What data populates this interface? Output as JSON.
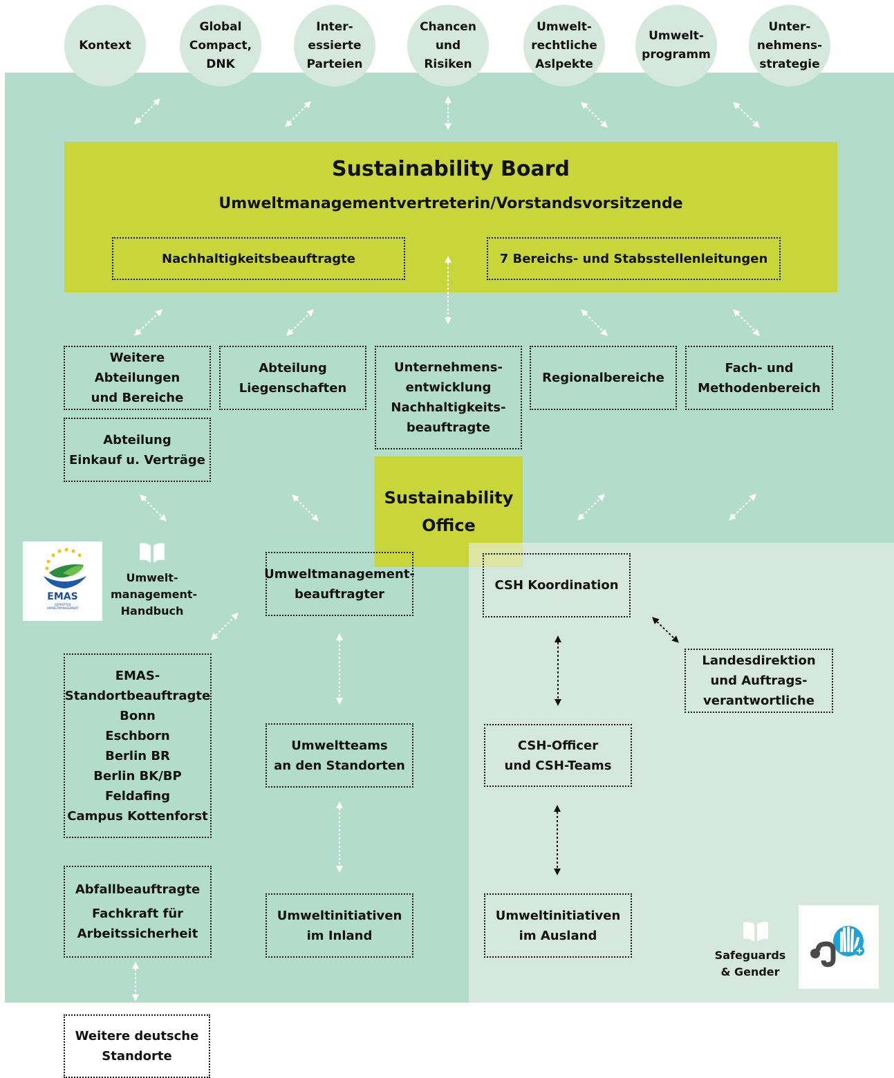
{
  "top_circles": [
    {
      "label": "Kontext"
    },
    {
      "label": "Global\nCompact,\nDNK"
    },
    {
      "label": "Inter-\nessierte\nParteien"
    },
    {
      "label": "Chancen\nund\nRisiken"
    },
    {
      "label": "Umwelt-\nrechtliche\nAslpekte"
    },
    {
      "label": "Umwelt-\nprogramm"
    },
    {
      "label": "Unter-\nnehmens-\nstrategie"
    }
  ],
  "board": {
    "title": "Sustainability Board",
    "subtitle": "Umweltmanagementvertreterin/Vorstandsvorsitzende",
    "left_box": "Nachhaltigkeitsbeauftragte",
    "right_box": "7 Bereichs- und Stabsstellenleitungen"
  },
  "departments": {
    "weitere": "Weitere Abteilungen\nund Bereiche",
    "liegenschaften": "Abteilung\nLiegenschaften",
    "unternehmensentwicklung": "Unternehmens-\nentwicklung\nNachhaltigkeits-\nbeauftragte",
    "regional": "Regionalbereiche",
    "fach": "Fach- und\nMethodenbereich",
    "einkauf": "Abteilung\nEinkauf u. Verträge"
  },
  "office": {
    "title": "Sustainability\nOffice"
  },
  "emas_logo": {
    "text": "EMAS",
    "subtext": "GEPRÜFTES\nUMWELTMANAGEMENT"
  },
  "handbook": {
    "label": "Umwelt-\nmanagement-\nHandbuch"
  },
  "left_column": {
    "emas_standort": [
      "EMAS-",
      "Standortbeauftragte",
      "Bonn",
      "Eschborn",
      "Berlin BR",
      "Berlin BK/BP",
      "Feldafing",
      "Campus Kottenforst"
    ],
    "abfall_line1": "Abfallbeauftragte",
    "abfall_line2": "Fachkraft für\nArbeitssicherheit",
    "weitere_standorte": "Weitere deutsche\nStandorte"
  },
  "middle_column": {
    "umb": "Umweltmanagement-\nbeauftragter",
    "teams": "Umweltteams\nan den Standorten",
    "initiativen": "Umweltinitiativen\nim Inland"
  },
  "right_column": {
    "csh_koord": "CSH Koordination",
    "landes": "Landesdirektion\nund Auftrags-\nverantwortliche",
    "csh_officer": "CSH-Officer\nund CSH-Teams",
    "initiativen_ausland": "Umweltinitiativen\nim Ausland",
    "safeguards": "Safeguards\n& Gender"
  },
  "colors": {
    "green_main": "#b2dccb",
    "green_light": "#d4e8de",
    "lime": "#c8d63a",
    "accent_blue": "#1fa3d6"
  }
}
